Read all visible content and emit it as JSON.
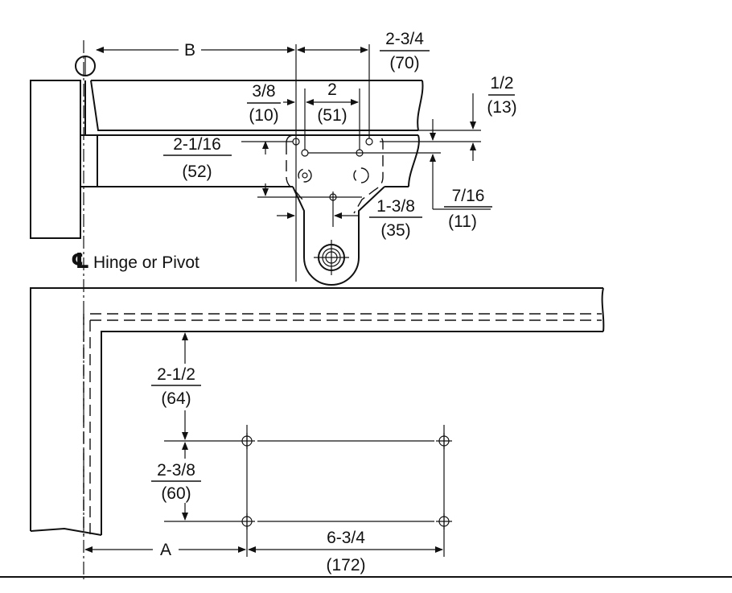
{
  "labels": {
    "b": "B",
    "a": "A",
    "centerline_symbol": "℄",
    "centerline_text": "Hinge or Pivot",
    "d_2_3_4": "2-3/4",
    "d_70": "(70)",
    "d_3_8": "3/8",
    "d_10": "(10)",
    "d_2": "2",
    "d_51": "(51)",
    "d_1_2": "1/2",
    "d_13": "(13)",
    "d_2_1_16": "2-1/16",
    "d_52": "(52)",
    "d_7_16": "7/16",
    "d_11": "(11)",
    "d_1_3_8": "1-3/8",
    "d_35": "(35)",
    "d_2_1_2": "2-1/2",
    "d_64": "(64)",
    "d_2_3_8": "2-3/8",
    "d_60": "(60)",
    "d_6_3_4": "6-3/4",
    "d_172": "(172)"
  }
}
